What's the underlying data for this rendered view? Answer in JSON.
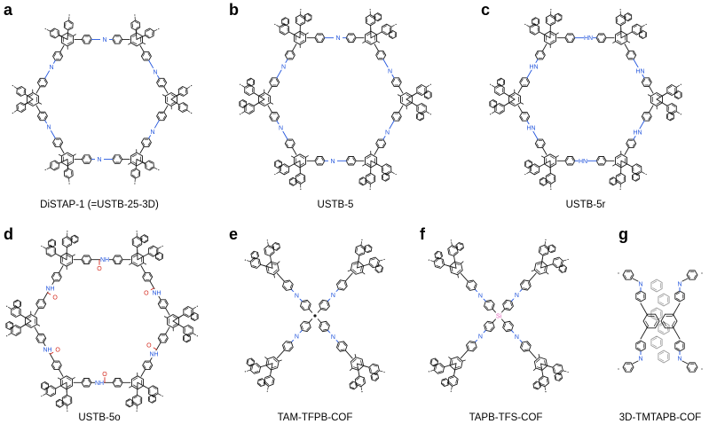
{
  "colors": {
    "bond": "#1a1a1a",
    "nitrogen": "#2255dd",
    "oxygen": "#d42a1e",
    "central_atom": "#e060b8",
    "side_view": "#9a9a9a"
  },
  "atoms": {
    "imine_n": "N",
    "amine_n": "HN",
    "amide_n": "NH",
    "oxygen": "O",
    "silicon": "Si"
  },
  "panels": [
    {
      "id": "a",
      "letter": "a",
      "caption": "DiSTAP-1 (=USTB-25-3D)",
      "kind": "ring",
      "linker": "imine",
      "vertex": "small"
    },
    {
      "id": "b",
      "letter": "b",
      "caption": "USTB-5",
      "kind": "ring",
      "linker": "imine",
      "vertex": "large"
    },
    {
      "id": "c",
      "letter": "c",
      "caption": "USTB-5r",
      "kind": "ring",
      "linker": "amine",
      "vertex": "large"
    },
    {
      "id": "d",
      "letter": "d",
      "caption": "USTB-5o",
      "kind": "ring",
      "linker": "amide",
      "vertex": "large"
    },
    {
      "id": "e",
      "letter": "e",
      "caption": "TAM-TFPB-COF",
      "kind": "star",
      "center": "C"
    },
    {
      "id": "f",
      "letter": "f",
      "caption": "TAPB-TFS-COF",
      "kind": "star",
      "center": "Si"
    },
    {
      "id": "g",
      "letter": "g",
      "caption": "3D-TMTAPB-COF",
      "kind": "side"
    }
  ]
}
